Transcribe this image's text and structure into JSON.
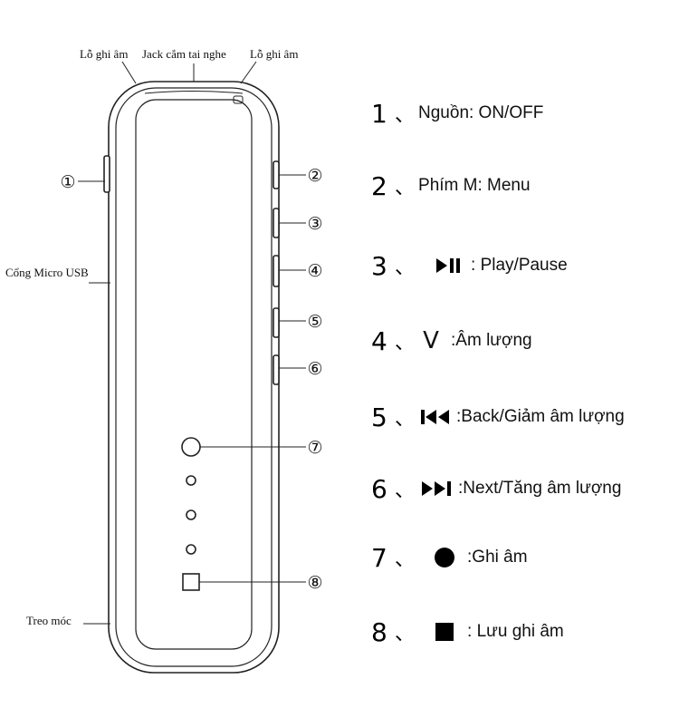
{
  "top_labels": {
    "mic_left": "Lỗ ghi âm",
    "headphone_jack": "Jack cắm tai nghe",
    "mic_right": "Lỗ ghi âm"
  },
  "side_labels": {
    "usb_port": "Cổng Micro USB",
    "lanyard_hook": "Treo móc"
  },
  "callouts": [
    "①",
    "②",
    "③",
    "④",
    "⑤",
    "⑥",
    "⑦",
    "⑧"
  ],
  "legend": [
    {
      "num": "1",
      "sep": "、",
      "icon": "",
      "text": "Nguồn: ON/OFF"
    },
    {
      "num": "2",
      "sep": "、",
      "icon": "",
      "text": "Phím M: Menu"
    },
    {
      "num": "3",
      "sep": "、",
      "icon": "play-pause-icon",
      "text": ": Play/Pause"
    },
    {
      "num": "4",
      "sep": "、",
      "icon": "v-icon",
      "icon_text": "V",
      "text": ":Âm lượng"
    },
    {
      "num": "5",
      "sep": "、",
      "icon": "previous-track-icon",
      "text": ":Back/Giảm âm lượng"
    },
    {
      "num": "6",
      "sep": "、",
      "icon": "next-track-icon",
      "text": ":Next/Tăng âm lượng"
    },
    {
      "num": "7",
      "sep": "、",
      "icon": "record-dot-icon",
      "text": ":Ghi âm"
    },
    {
      "num": "8",
      "sep": "、",
      "icon": "stop-square-icon",
      "text": ": Lưu ghi âm"
    }
  ]
}
